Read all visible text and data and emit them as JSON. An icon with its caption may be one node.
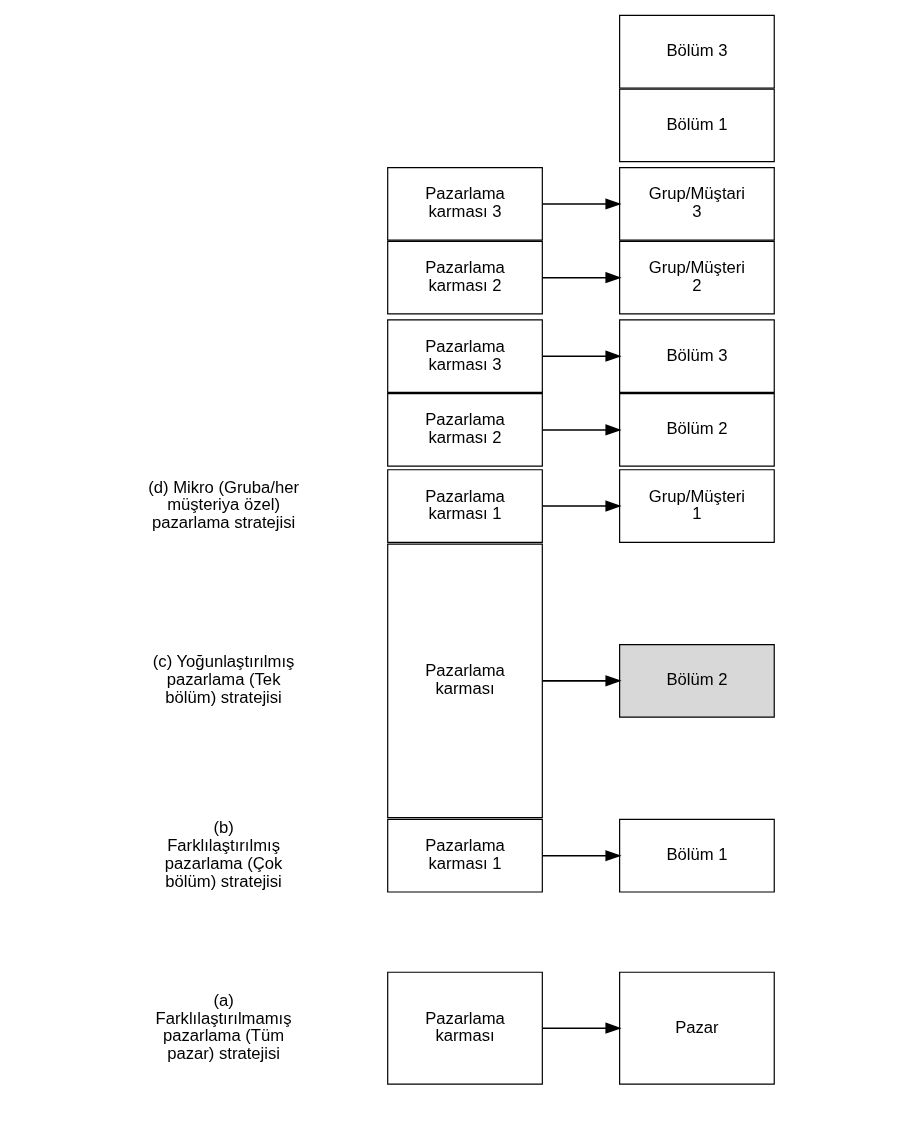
{
  "diagram": {
    "nodes": [
      {
        "text": [
          "Pazarlama karması"
        ]
      },
      {
        "text": [
          "Pazar"
        ]
      },
      {
        "text": [
          "Pazarlama karması 1"
        ]
      },
      {
        "text": [
          "Pazarlama karması 2"
        ]
      },
      {
        "text": [
          "Pazarlama karması 3"
        ]
      },
      {
        "text": [
          "Bölüm 1"
        ]
      },
      {
        "text": [
          "Bölüm 2"
        ]
      },
      {
        "text": [
          "Bölüm 3"
        ]
      },
      {
        "text": [
          "Pazarlama karması"
        ]
      },
      {
        "text": [
          "Bölüm 1"
        ]
      },
      {
        "text": [
          "Bölüm 2"
        ]
      },
      {
        "text": [
          "Bölüm 3"
        ]
      },
      {
        "text": [
          "Pazarlama karması 1"
        ]
      },
      {
        "text": [
          "Pazarlama karması 2"
        ]
      },
      {
        "text": [
          "Pazarlama karması 3"
        ]
      },
      {
        "text": [
          "Grup/Müşteri 1"
        ]
      },
      {
        "text": [
          "Grup/Müşteri 2"
        ]
      },
      {
        "text": [
          "Grup/Müştari 3"
        ]
      }
    ],
    "edges": [
      {
        "from": 0,
        "to": 1,
        "arrow": "to"
      },
      {
        "from": 2,
        "to": 5,
        "arrow": "to"
      },
      {
        "from": 3,
        "to": 6,
        "arrow": "to"
      },
      {
        "from": 4,
        "to": 7,
        "arrow": "to"
      },
      {
        "from": 8,
        "to": 10,
        "arrow": "to"
      },
      {
        "from": 12,
        "to": 15,
        "arrow": "to"
      },
      {
        "from": 13,
        "to": 16,
        "arrow": "to"
      },
      {
        "from": 14,
        "to": 17,
        "arrow": "to"
      }
    ],
    "labels": [
      "(a) Farklılaştırılmamış pazarlama (Tüm pazar) stratejisi",
      "(b) Farklılaştırılmış pazarlama (Çok bölüm) stratejisi",
      "(c) Yoğunlaştırılmış pazarlama (Tek bölüm) stratejisi",
      "(d) Mikro (Gruba/her müşteriya özel) pazarlama stratejisi"
    ]
  }
}
